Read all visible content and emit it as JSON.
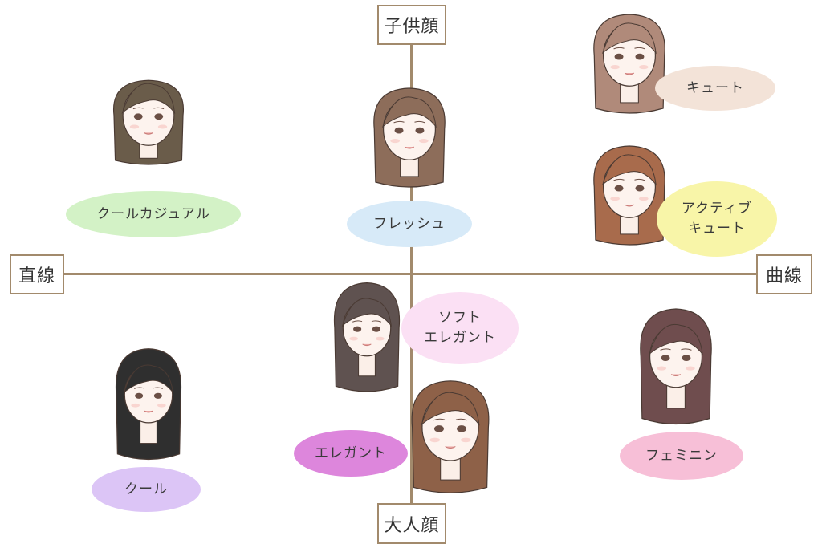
{
  "axes": {
    "top": "子供顔",
    "bottom": "大人顔",
    "left": "直線",
    "right": "曲線"
  },
  "types": [
    {
      "id": "cool-casual",
      "lines": [
        "クールカジュアル"
      ],
      "color": "#d3f2c6",
      "hair": "#6a5c4a"
    },
    {
      "id": "fresh",
      "lines": [
        "フレッシュ"
      ],
      "color": "#d7eaf8",
      "hair": "#8d6d5a"
    },
    {
      "id": "cute",
      "lines": [
        "キュート"
      ],
      "color": "#f3e3d8",
      "hair": "#b08a7a"
    },
    {
      "id": "active-cute",
      "lines": [
        "アクティブ",
        "キュート"
      ],
      "color": "#f8f5a8",
      "hair": "#a86b4c"
    },
    {
      "id": "soft-elegant",
      "lines": [
        "ソフト",
        "エレガント"
      ],
      "color": "#fbe0f4",
      "hair": "#5f5250"
    },
    {
      "id": "elegant",
      "lines": [
        "エレガント"
      ],
      "color": "#dd86dc",
      "hair": "#8e6148"
    },
    {
      "id": "feminine",
      "lines": [
        "フェミニン"
      ],
      "color": "#f7bfd7",
      "hair": "#6f4d4e"
    },
    {
      "id": "cool",
      "lines": [
        "クール"
      ],
      "color": "#dcc5f6",
      "hair": "#2f2f2f"
    }
  ]
}
